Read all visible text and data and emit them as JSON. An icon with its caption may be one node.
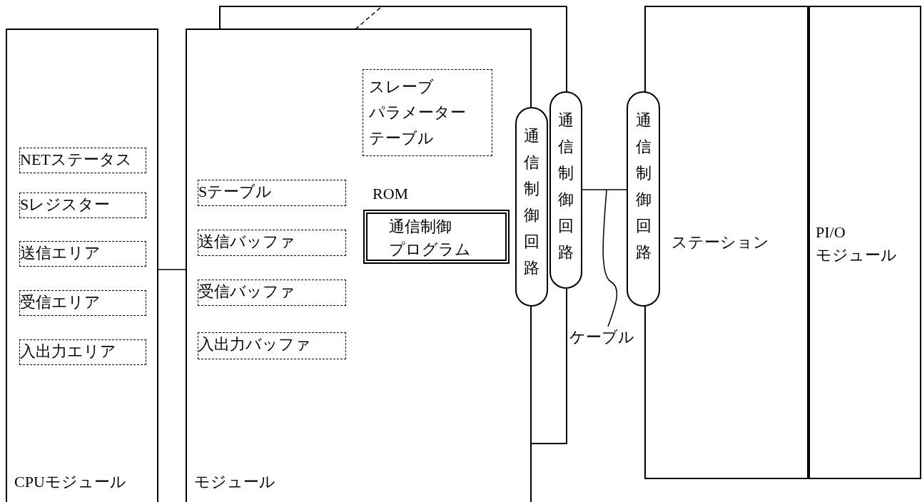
{
  "diagram": {
    "nodes": [
      {
        "text": [
          "CPUモジュール"
        ]
      },
      {
        "text": [
          "NETステータス"
        ],
        "in": 0
      },
      {
        "text": [
          "Sレジスター"
        ],
        "in": 0
      },
      {
        "text": [
          "送信エリア"
        ],
        "in": 0
      },
      {
        "text": [
          "受信エリア"
        ],
        "in": 0
      },
      {
        "text": [
          "入出力エリア"
        ],
        "in": 0
      },
      {
        "text": [
          "モジュール"
        ]
      },
      {
        "text": [
          "スレーブパラメーターテーブル"
        ],
        "in": 6
      },
      {
        "text": [
          "Sテーブル"
        ],
        "in": 6
      },
      {
        "text": [
          "送信バッファ"
        ],
        "in": 6
      },
      {
        "text": [
          "受信バッファ"
        ],
        "in": 6
      },
      {
        "text": [
          "入出力バッファ"
        ],
        "in": 6
      },
      {
        "text": [
          "ROM",
          "通信制御プログラム"
        ],
        "in": 6
      },
      {
        "text": [
          "通信制御回路"
        ]
      },
      {
        "text": [
          "通信制御回路"
        ]
      },
      {
        "text": [
          "通信制御回路"
        ]
      },
      {
        "text": [
          "ステーション"
        ]
      },
      {
        "text": [
          "PI/O モジュール"
        ]
      },
      {
        "text": [
          "ケーブル"
        ]
      }
    ],
    "edges": [
      {
        "from": 0,
        "to": 6,
        "arrow": "none"
      },
      {
        "from": 14,
        "to": 15,
        "arrow": "none"
      },
      {
        "from": 18,
        "to": null,
        "arrow": "none"
      }
    ]
  }
}
